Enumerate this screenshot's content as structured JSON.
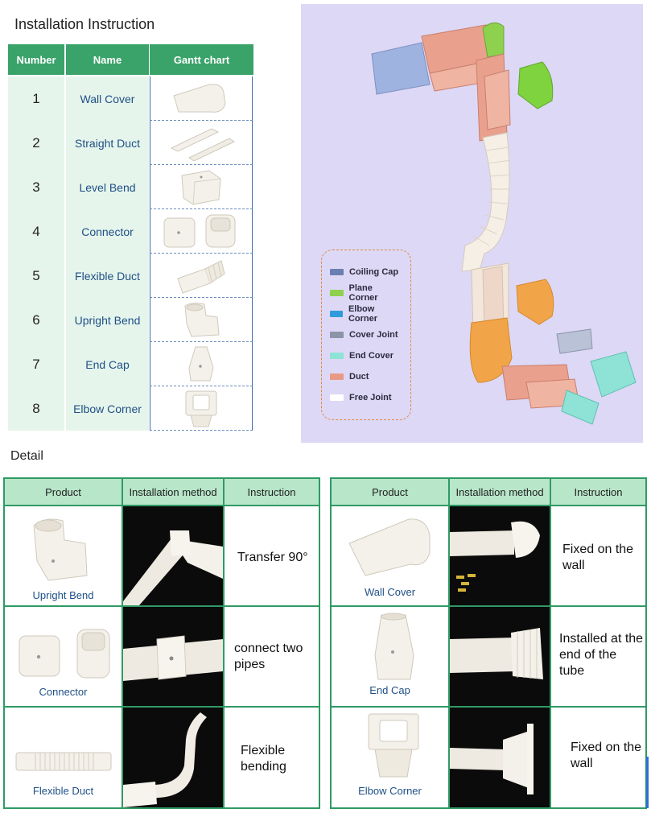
{
  "page": {
    "title": "Installation Instruction",
    "detail_title": "Detail"
  },
  "installation_table": {
    "headers": [
      "Number",
      "Name",
      "Gantt chart"
    ],
    "rows": [
      {
        "number": "1",
        "name": "Wall Cover"
      },
      {
        "number": "2",
        "name": "Straight Duct"
      },
      {
        "number": "3",
        "name": "Level Bend"
      },
      {
        "number": "4",
        "name": "Connector"
      },
      {
        "number": "5",
        "name": "Flexible Duct"
      },
      {
        "number": "6",
        "name": "Upright Bend"
      },
      {
        "number": "7",
        "name": "End Cap"
      },
      {
        "number": "8",
        "name": "Elbow Corner"
      }
    ]
  },
  "legend": {
    "items": [
      {
        "label": "Coiling Cap",
        "color": "#6b7fb3"
      },
      {
        "label": "Plane Corner",
        "color": "#8fd14f"
      },
      {
        "label": "Elbow Corner",
        "color": "#2f9bdc"
      },
      {
        "label": "Cover Joint",
        "color": "#8c94a8"
      },
      {
        "label": "End Cover",
        "color": "#8ee3d6"
      },
      {
        "label": "Duct",
        "color": "#e99a86"
      },
      {
        "label": "Free Joint",
        "color": "#ffffff"
      }
    ]
  },
  "detail_left": {
    "headers": [
      "Product",
      "Installation method",
      "Instruction"
    ],
    "rows": [
      {
        "product": "Upright Bend",
        "instruction": "Transfer 90°"
      },
      {
        "product": "Connector",
        "instruction": "connect two pipes"
      },
      {
        "product": "Flexible Duct",
        "instruction": "Flexible bending"
      }
    ]
  },
  "detail_right": {
    "headers": [
      "Product",
      "Installation method",
      "Instruction"
    ],
    "rows": [
      {
        "product": "Wall Cover",
        "instruction": "Fixed on the wall"
      },
      {
        "product": "End Cap",
        "instruction": "Installed at the end of the tube"
      },
      {
        "product": "Elbow Corner",
        "instruction": "Fixed on the wall"
      }
    ]
  }
}
